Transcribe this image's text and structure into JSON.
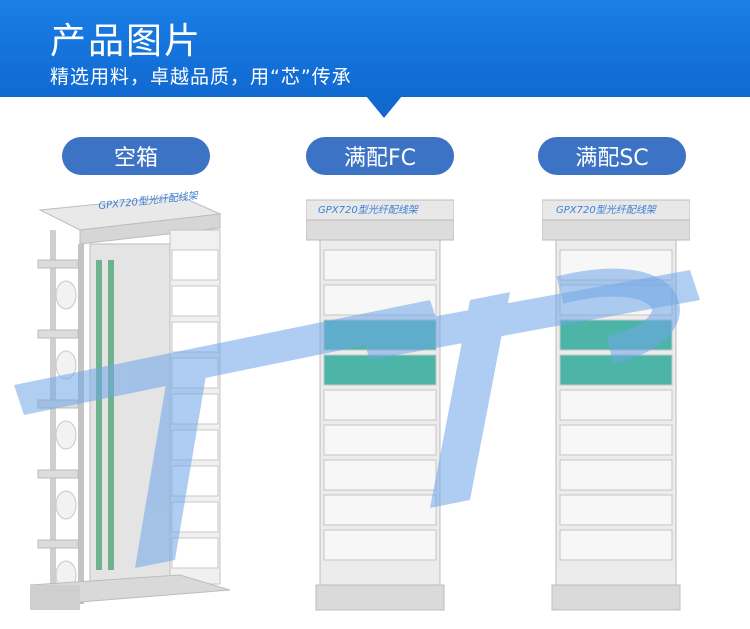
{
  "header": {
    "title": "产品图片",
    "subtitle": "精选用料，卓越品质，用“芯”传承",
    "background_color": "#1069d1"
  },
  "products": [
    {
      "label": "空箱",
      "cabinet_brand": "GPX720型光纤配线架",
      "icon": "empty-rack-icon"
    },
    {
      "label": "满配FC",
      "cabinet_brand": "GPX720型光纤配线架",
      "icon": "fc-rack-icon"
    },
    {
      "label": "满配SC",
      "cabinet_brand": "GPX720型光纤配线架",
      "icon": "sc-rack-icon"
    }
  ],
  "colors": {
    "pill": "#3c73c4",
    "cabinet": "#e6e6e6",
    "adapter_teal": "#4db5a8",
    "watermark": "#6fa6e8"
  }
}
